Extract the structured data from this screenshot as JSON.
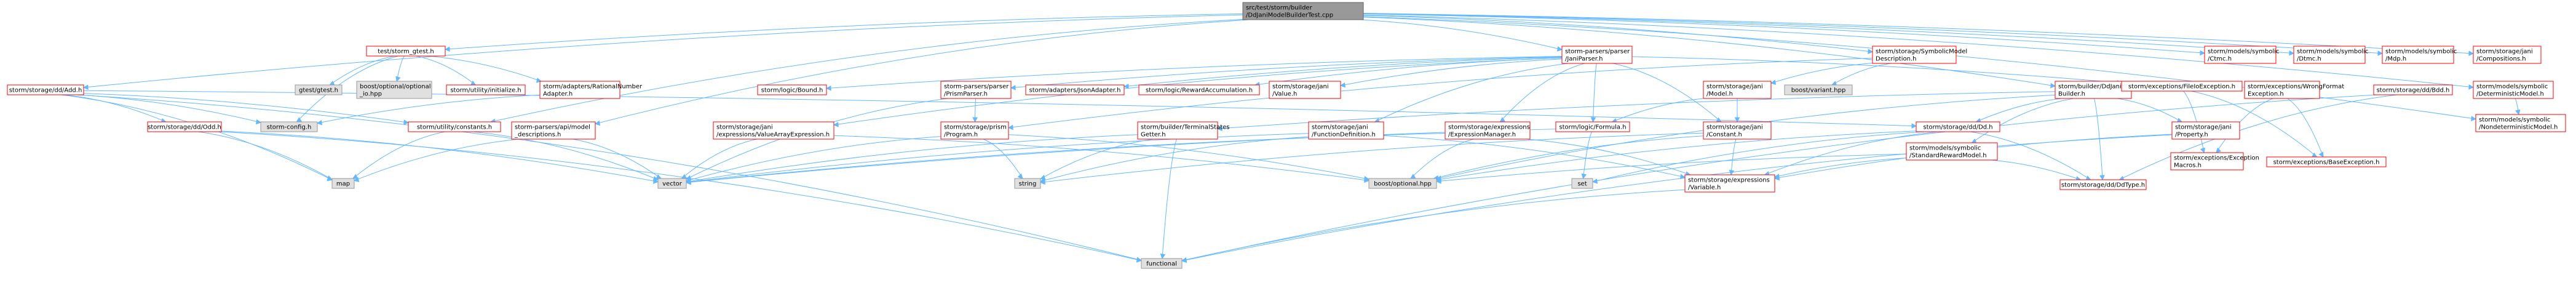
{
  "root": "src/test/storm/builder/DdJaniModelBuilderTest.cpp",
  "legend": {
    "root": "#999999",
    "documented": "#ff0000",
    "external": "#bfbfbf"
  },
  "nodes": [
    {
      "id": "root",
      "lines": [
        "src/test/storm/builder",
        "/DdJaniModelBuilderTest.cpp"
      ],
      "kind": "root"
    },
    {
      "id": "gtest",
      "lines": [
        "test/storm_gtest.h"
      ],
      "kind": "doc"
    },
    {
      "id": "ddadd",
      "lines": [
        "storm/storage/dd/Add.h"
      ],
      "kind": "doc"
    },
    {
      "id": "janiparser",
      "lines": [
        "storm-parsers/parser",
        "/JaniParser.h"
      ],
      "kind": "doc"
    },
    {
      "id": "symdesc",
      "lines": [
        "storm/storage/SymbolicModel",
        "Description.h"
      ],
      "kind": "doc"
    },
    {
      "id": "ddjanibuilder",
      "lines": [
        "storm/builder/DdJaniModel",
        "Builder.h"
      ],
      "kind": "doc"
    },
    {
      "id": "ctmc",
      "lines": [
        "storm/models/symbolic",
        "/Ctmc.h"
      ],
      "kind": "doc"
    },
    {
      "id": "dtmc",
      "lines": [
        "storm/models/symbolic",
        "/Dtmc.h"
      ],
      "kind": "doc"
    },
    {
      "id": "mdp",
      "lines": [
        "storm/models/symbolic",
        "/Mdp.h"
      ],
      "kind": "doc"
    },
    {
      "id": "compositions",
      "lines": [
        "storm/storage/jani",
        "/Compositions.h"
      ],
      "kind": "doc"
    },
    {
      "id": "gtestgtest",
      "lines": [
        "gtest/gtest.h"
      ],
      "kind": "ext"
    },
    {
      "id": "boostoptional_io",
      "lines": [
        "boost/optional/optional",
        "_io.hpp"
      ],
      "kind": "ext"
    },
    {
      "id": "utilinit",
      "lines": [
        "storm/utility/initialize.h"
      ],
      "kind": "doc"
    },
    {
      "id": "ratadapter",
      "lines": [
        "storm/adapters/RationalNumber",
        "Adapter.h"
      ],
      "kind": "doc"
    },
    {
      "id": "logicbound",
      "lines": [
        "storm/logic/Bound.h"
      ],
      "kind": "doc"
    },
    {
      "id": "prismparser",
      "lines": [
        "storm-parsers/parser",
        "/PrismParser.h"
      ],
      "kind": "doc"
    },
    {
      "id": "jsonadapter",
      "lines": [
        "storm/adapters/JsonAdapter.h"
      ],
      "kind": "doc"
    },
    {
      "id": "rewardacc",
      "lines": [
        "storm/logic/RewardAccumulation.h"
      ],
      "kind": "doc"
    },
    {
      "id": "janivalue",
      "lines": [
        "storm/storage/jani",
        "/Value.h"
      ],
      "kind": "doc"
    },
    {
      "id": "janimodel",
      "lines": [
        "storm/storage/jani",
        "/Model.h"
      ],
      "kind": "doc"
    },
    {
      "id": "boostvariant",
      "lines": [
        "boost/variant.hpp"
      ],
      "kind": "ext"
    },
    {
      "id": "fileioexc",
      "lines": [
        "storm/exceptions/FileIoException.h"
      ],
      "kind": "doc"
    },
    {
      "id": "wrongformat",
      "lines": [
        "storm/exceptions/WrongFormat",
        "Exception.h"
      ],
      "kind": "doc"
    },
    {
      "id": "ddbdd",
      "lines": [
        "storm/storage/dd/Bdd.h"
      ],
      "kind": "doc"
    },
    {
      "id": "detmodel",
      "lines": [
        "storm/models/symbolic",
        "/DeterministicModel.h"
      ],
      "kind": "doc"
    },
    {
      "id": "nondetmodel",
      "lines": [
        "storm/models/symbolic",
        "/NondeterministicModel.h"
      ],
      "kind": "doc"
    },
    {
      "id": "ddodd",
      "lines": [
        "storm/storage/dd/Odd.h"
      ],
      "kind": "doc"
    },
    {
      "id": "stormconfig",
      "lines": [
        "storm-config.h"
      ],
      "kind": "ext"
    },
    {
      "id": "utilconst",
      "lines": [
        "storm/utility/constants.h"
      ],
      "kind": "doc"
    },
    {
      "id": "apimodeldesc",
      "lines": [
        "storm-parsers/api/model",
        "_descriptions.h"
      ],
      "kind": "doc"
    },
    {
      "id": "valarrayexpr",
      "lines": [
        "storm/storage/jani",
        "/expressions/ValueArrayExpression.h"
      ],
      "kind": "doc"
    },
    {
      "id": "prismprogram",
      "lines": [
        "storm/storage/prism",
        "/Program.h"
      ],
      "kind": "doc"
    },
    {
      "id": "termstates",
      "lines": [
        "storm/builder/TerminalStates",
        "Getter.h"
      ],
      "kind": "doc"
    },
    {
      "id": "janifuncdef",
      "lines": [
        "storm/storage/jani",
        "/FunctionDefinition.h"
      ],
      "kind": "doc"
    },
    {
      "id": "exprmanager",
      "lines": [
        "storm/storage/expressions",
        "/ExpressionManager.h"
      ],
      "kind": "doc"
    },
    {
      "id": "logicformula",
      "lines": [
        "storm/logic/Formula.h"
      ],
      "kind": "doc"
    },
    {
      "id": "janiconst",
      "lines": [
        "storm/storage/jani",
        "/Constant.h"
      ],
      "kind": "doc"
    },
    {
      "id": "dddd",
      "lines": [
        "storm/storage/dd/Dd.h"
      ],
      "kind": "doc"
    },
    {
      "id": "stdreward",
      "lines": [
        "storm/models/symbolic",
        "/StandardRewardModel.h"
      ],
      "kind": "doc"
    },
    {
      "id": "janiprop",
      "lines": [
        "storm/storage/jani",
        "/Property.h"
      ],
      "kind": "doc"
    },
    {
      "id": "excmacros",
      "lines": [
        "storm/exceptions/Exception",
        "Macros.h"
      ],
      "kind": "doc"
    },
    {
      "id": "baseexc",
      "lines": [
        "storm/exceptions/BaseException.h"
      ],
      "kind": "doc"
    },
    {
      "id": "map",
      "lines": [
        "map"
      ],
      "kind": "ext"
    },
    {
      "id": "vector",
      "lines": [
        "vector"
      ],
      "kind": "ext"
    },
    {
      "id": "string",
      "lines": [
        "string"
      ],
      "kind": "ext"
    },
    {
      "id": "boostoptional",
      "lines": [
        "boost/optional.hpp"
      ],
      "kind": "ext"
    },
    {
      "id": "set",
      "lines": [
        "set"
      ],
      "kind": "ext"
    },
    {
      "id": "variable",
      "lines": [
        "storm/storage/expressions",
        "/Variable.h"
      ],
      "kind": "doc"
    },
    {
      "id": "ddtype",
      "lines": [
        "storm/storage/dd/DdType.h"
      ],
      "kind": "doc"
    },
    {
      "id": "functional",
      "lines": [
        "functional"
      ],
      "kind": "ext"
    }
  ],
  "edges": [
    [
      "root",
      "gtest"
    ],
    [
      "root",
      "ddadd"
    ],
    [
      "root",
      "janiparser"
    ],
    [
      "root",
      "symdesc"
    ],
    [
      "root",
      "ddjanibuilder"
    ],
    [
      "root",
      "ctmc"
    ],
    [
      "root",
      "dtmc"
    ],
    [
      "root",
      "mdp"
    ],
    [
      "root",
      "compositions"
    ],
    [
      "root",
      "utilconst"
    ],
    [
      "root",
      "apimodeldesc"
    ],
    [
      "root",
      "detmodel"
    ],
    [
      "root",
      "nondetmodel"
    ],
    [
      "gtest",
      "gtestgtest"
    ],
    [
      "gtest",
      "boostoptional_io"
    ],
    [
      "gtest",
      "utilinit"
    ],
    [
      "gtest",
      "ratadapter"
    ],
    [
      "gtest",
      "stormconfig"
    ],
    [
      "ratadapter",
      "stormconfig"
    ],
    [
      "ddadd",
      "ddodd"
    ],
    [
      "ddadd",
      "stormconfig"
    ],
    [
      "ddadd",
      "utilconst"
    ],
    [
      "ddadd",
      "map"
    ],
    [
      "ddadd",
      "functional"
    ],
    [
      "ddadd",
      "dddd"
    ],
    [
      "ddodd",
      "map"
    ],
    [
      "ddodd",
      "vector"
    ],
    [
      "ddodd",
      "functional"
    ],
    [
      "utilconst",
      "map"
    ],
    [
      "utilconst",
      "vector"
    ],
    [
      "janiparser",
      "logicbound"
    ],
    [
      "janiparser",
      "prismparser"
    ],
    [
      "janiparser",
      "jsonadapter"
    ],
    [
      "janiparser",
      "rewardacc"
    ],
    [
      "janiparser",
      "janivalue"
    ],
    [
      "janiparser",
      "valarrayexpr"
    ],
    [
      "janiparser",
      "janiconst"
    ],
    [
      "janiparser",
      "logicformula"
    ],
    [
      "janiparser",
      "exprmanager"
    ],
    [
      "janiparser",
      "janifuncdef"
    ],
    [
      "janiparser",
      "fileioexc"
    ],
    [
      "prismparser",
      "prismprogram"
    ],
    [
      "prismparser",
      "vector"
    ],
    [
      "prismprogram",
      "vector"
    ],
    [
      "prismprogram",
      "string"
    ],
    [
      "prismprogram",
      "boostoptional"
    ],
    [
      "valarrayexpr",
      "vector"
    ],
    [
      "valarrayexpr",
      "boostoptional"
    ],
    [
      "symdesc",
      "janimodel"
    ],
    [
      "symdesc",
      "boostvariant"
    ],
    [
      "symdesc",
      "prismprogram"
    ],
    [
      "janimodel",
      "janiconst"
    ],
    [
      "janimodel",
      "logicformula"
    ],
    [
      "ddjanibuilder",
      "termstates"
    ],
    [
      "ddjanibuilder",
      "janiprop"
    ],
    [
      "ddjanibuilder",
      "dddd"
    ],
    [
      "ddjanibuilder",
      "ddtype"
    ],
    [
      "ddjanibuilder",
      "stdreward"
    ],
    [
      "ddjanibuilder",
      "boostoptional"
    ],
    [
      "termstates",
      "vector"
    ],
    [
      "termstates",
      "string"
    ],
    [
      "termstates",
      "functional"
    ],
    [
      "janifuncdef",
      "string"
    ],
    [
      "janifuncdef",
      "vector"
    ],
    [
      "janifuncdef",
      "variable"
    ],
    [
      "exprmanager",
      "vector"
    ],
    [
      "exprmanager",
      "boostoptional"
    ],
    [
      "exprmanager",
      "variable"
    ],
    [
      "logicformula",
      "set"
    ],
    [
      "logicformula",
      "vector"
    ],
    [
      "janiconst",
      "boostoptional"
    ],
    [
      "janiconst",
      "variable"
    ],
    [
      "janiconst",
      "string"
    ],
    [
      "dddd",
      "ddtype"
    ],
    [
      "dddd",
      "set"
    ],
    [
      "dddd",
      "boostoptional"
    ],
    [
      "dddd",
      "variable"
    ],
    [
      "stdreward",
      "variable"
    ],
    [
      "stdreward",
      "ddtype"
    ],
    [
      "stdreward",
      "boostoptional"
    ],
    [
      "janiprop",
      "functional"
    ],
    [
      "janiprop",
      "variable"
    ],
    [
      "fileioexc",
      "excmacros"
    ],
    [
      "fileioexc",
      "baseexc"
    ],
    [
      "wrongformat",
      "excmacros"
    ],
    [
      "wrongformat",
      "baseexc"
    ],
    [
      "ddbdd",
      "ddtype"
    ],
    [
      "ddbdd",
      "functional"
    ],
    [
      "detmodel",
      "nondetmodel"
    ],
    [
      "apimodeldesc",
      "map"
    ],
    [
      "apimodeldesc",
      "vector"
    ],
    [
      "variable",
      "functional"
    ]
  ]
}
